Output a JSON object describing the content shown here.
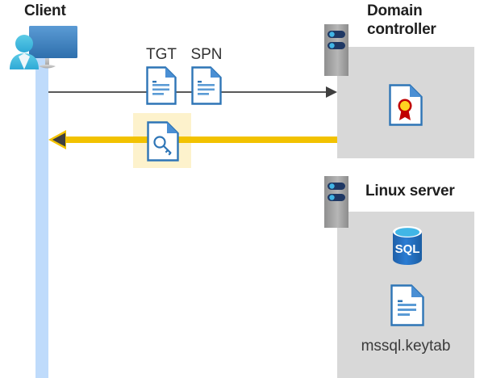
{
  "diagram": {
    "title_client": "Client",
    "title_domain_controller": "Domain controller",
    "title_linux_server": "Linux server",
    "labels": {
      "tgt": "TGT",
      "spn": "SPN",
      "keytab_filename": "mssql.keytab",
      "sql_badge": "SQL"
    },
    "icons": {
      "client": "client-workstation-icon",
      "server_rack": "server-rack-icon",
      "tgt_document": "document-icon",
      "spn_document": "document-icon",
      "key_document": "key-document-icon",
      "certificate_document": "certificate-document-icon",
      "keytab_document": "document-icon",
      "sql_database": "sql-database-icon"
    },
    "arrows": {
      "request": {
        "name": "request-arrow",
        "direction": "right",
        "color": "#595959"
      },
      "response": {
        "name": "response-arrow",
        "direction": "left",
        "color": "#f2c200"
      }
    },
    "colors": {
      "panel_gray": "#d8d8d8",
      "lifeline_blue": "#bfdbfb",
      "highlight_yellow": "#fdf2cc",
      "arrow_yellow": "#f2c200",
      "arrow_gray": "#595959",
      "doc_blue": "#4a8fd4",
      "accent_blue": "#2e75b6",
      "sql_blue": "#1b6ec2",
      "rack_gray": "#9e9e9e",
      "rack_navy": "#1f3864",
      "cert_red": "#c00000",
      "cert_gold": "#ffd320"
    }
  }
}
